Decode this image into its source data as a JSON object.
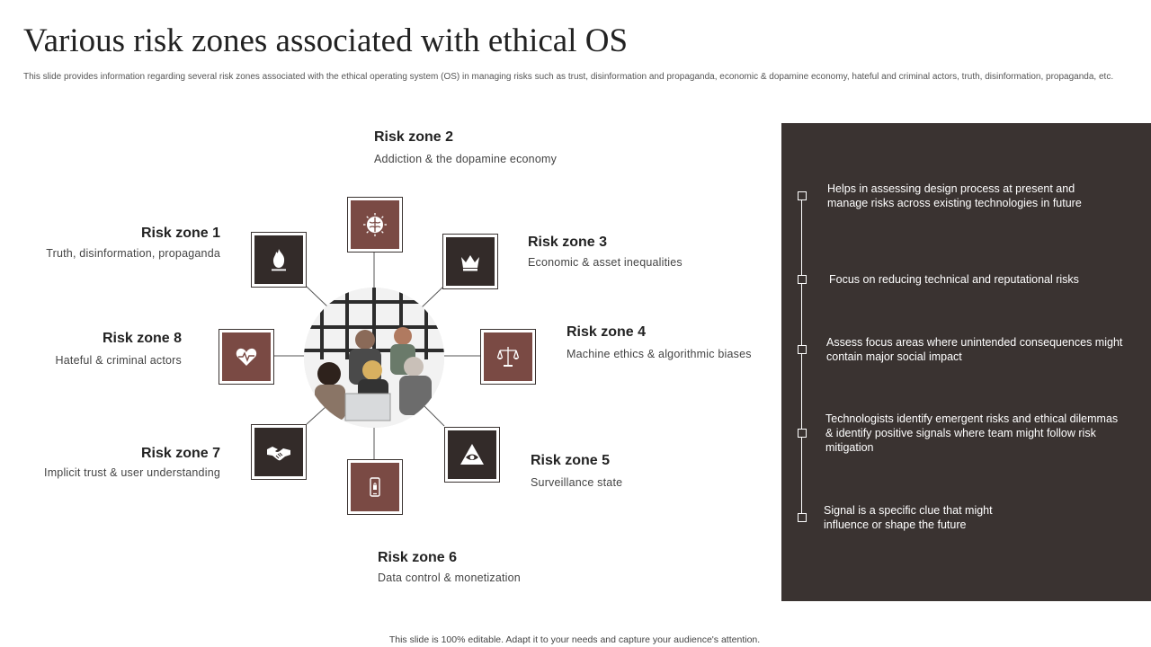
{
  "header": {
    "title": "Various risk zones associated with ethical OS",
    "subtitle": "This slide provides information regarding several risk zones associated with the ethical operating system (OS) in managing  risks such as trust, disinformation and propaganda, economic & dopamine  economy, hateful and criminal actors, truth, disinformation, propaganda, etc."
  },
  "zones": {
    "z1": {
      "title": "Risk zone 1",
      "desc": "Truth,  disinformation,  propaganda",
      "icon": "flame-icon"
    },
    "z2": {
      "title": "Risk zone 2",
      "desc": "Addiction & the dopamine economy",
      "icon": "brain-icon"
    },
    "z3": {
      "title": "Risk zone 3",
      "desc": "Economic & asset inequalities",
      "icon": "crown-icon"
    },
    "z4": {
      "title": "Risk zone 4",
      "desc": "Machine ethics & algorithmic biases",
      "icon": "scales-icon"
    },
    "z5": {
      "title": "Risk zone 5",
      "desc": "Surveillance  state",
      "icon": "eye-triangle-icon"
    },
    "z6": {
      "title": "Risk zone 6",
      "desc": "Data control & monetization",
      "icon": "phone-icon"
    },
    "z7": {
      "title": "Risk zone 7",
      "desc": "Implicit trust & user understanding",
      "icon": "handshake-icon"
    },
    "z8": {
      "title": "Risk zone 8",
      "desc": "Hateful  & criminal actors",
      "icon": "heart-pulse-icon"
    }
  },
  "panel": {
    "items": [
      "Helps in assessing design process at present and manage risks across existing technologies in future",
      "Focus on reducing technical and reputational risks",
      "Assess focus areas where unintended consequences might contain major social impact",
      "Technologists identify emergent risks and ethical dilemmas & identify positive signals where team might follow risk mitigation",
      "Signal is a specific clue that might influence or shape the future"
    ]
  },
  "footer": {
    "text": "This slide is 100% editable.  Adapt it to your needs and capture your audience's attention."
  },
  "colors": {
    "dark": "#332b29",
    "rust": "#7a4a44",
    "panel": "#3a3331"
  }
}
